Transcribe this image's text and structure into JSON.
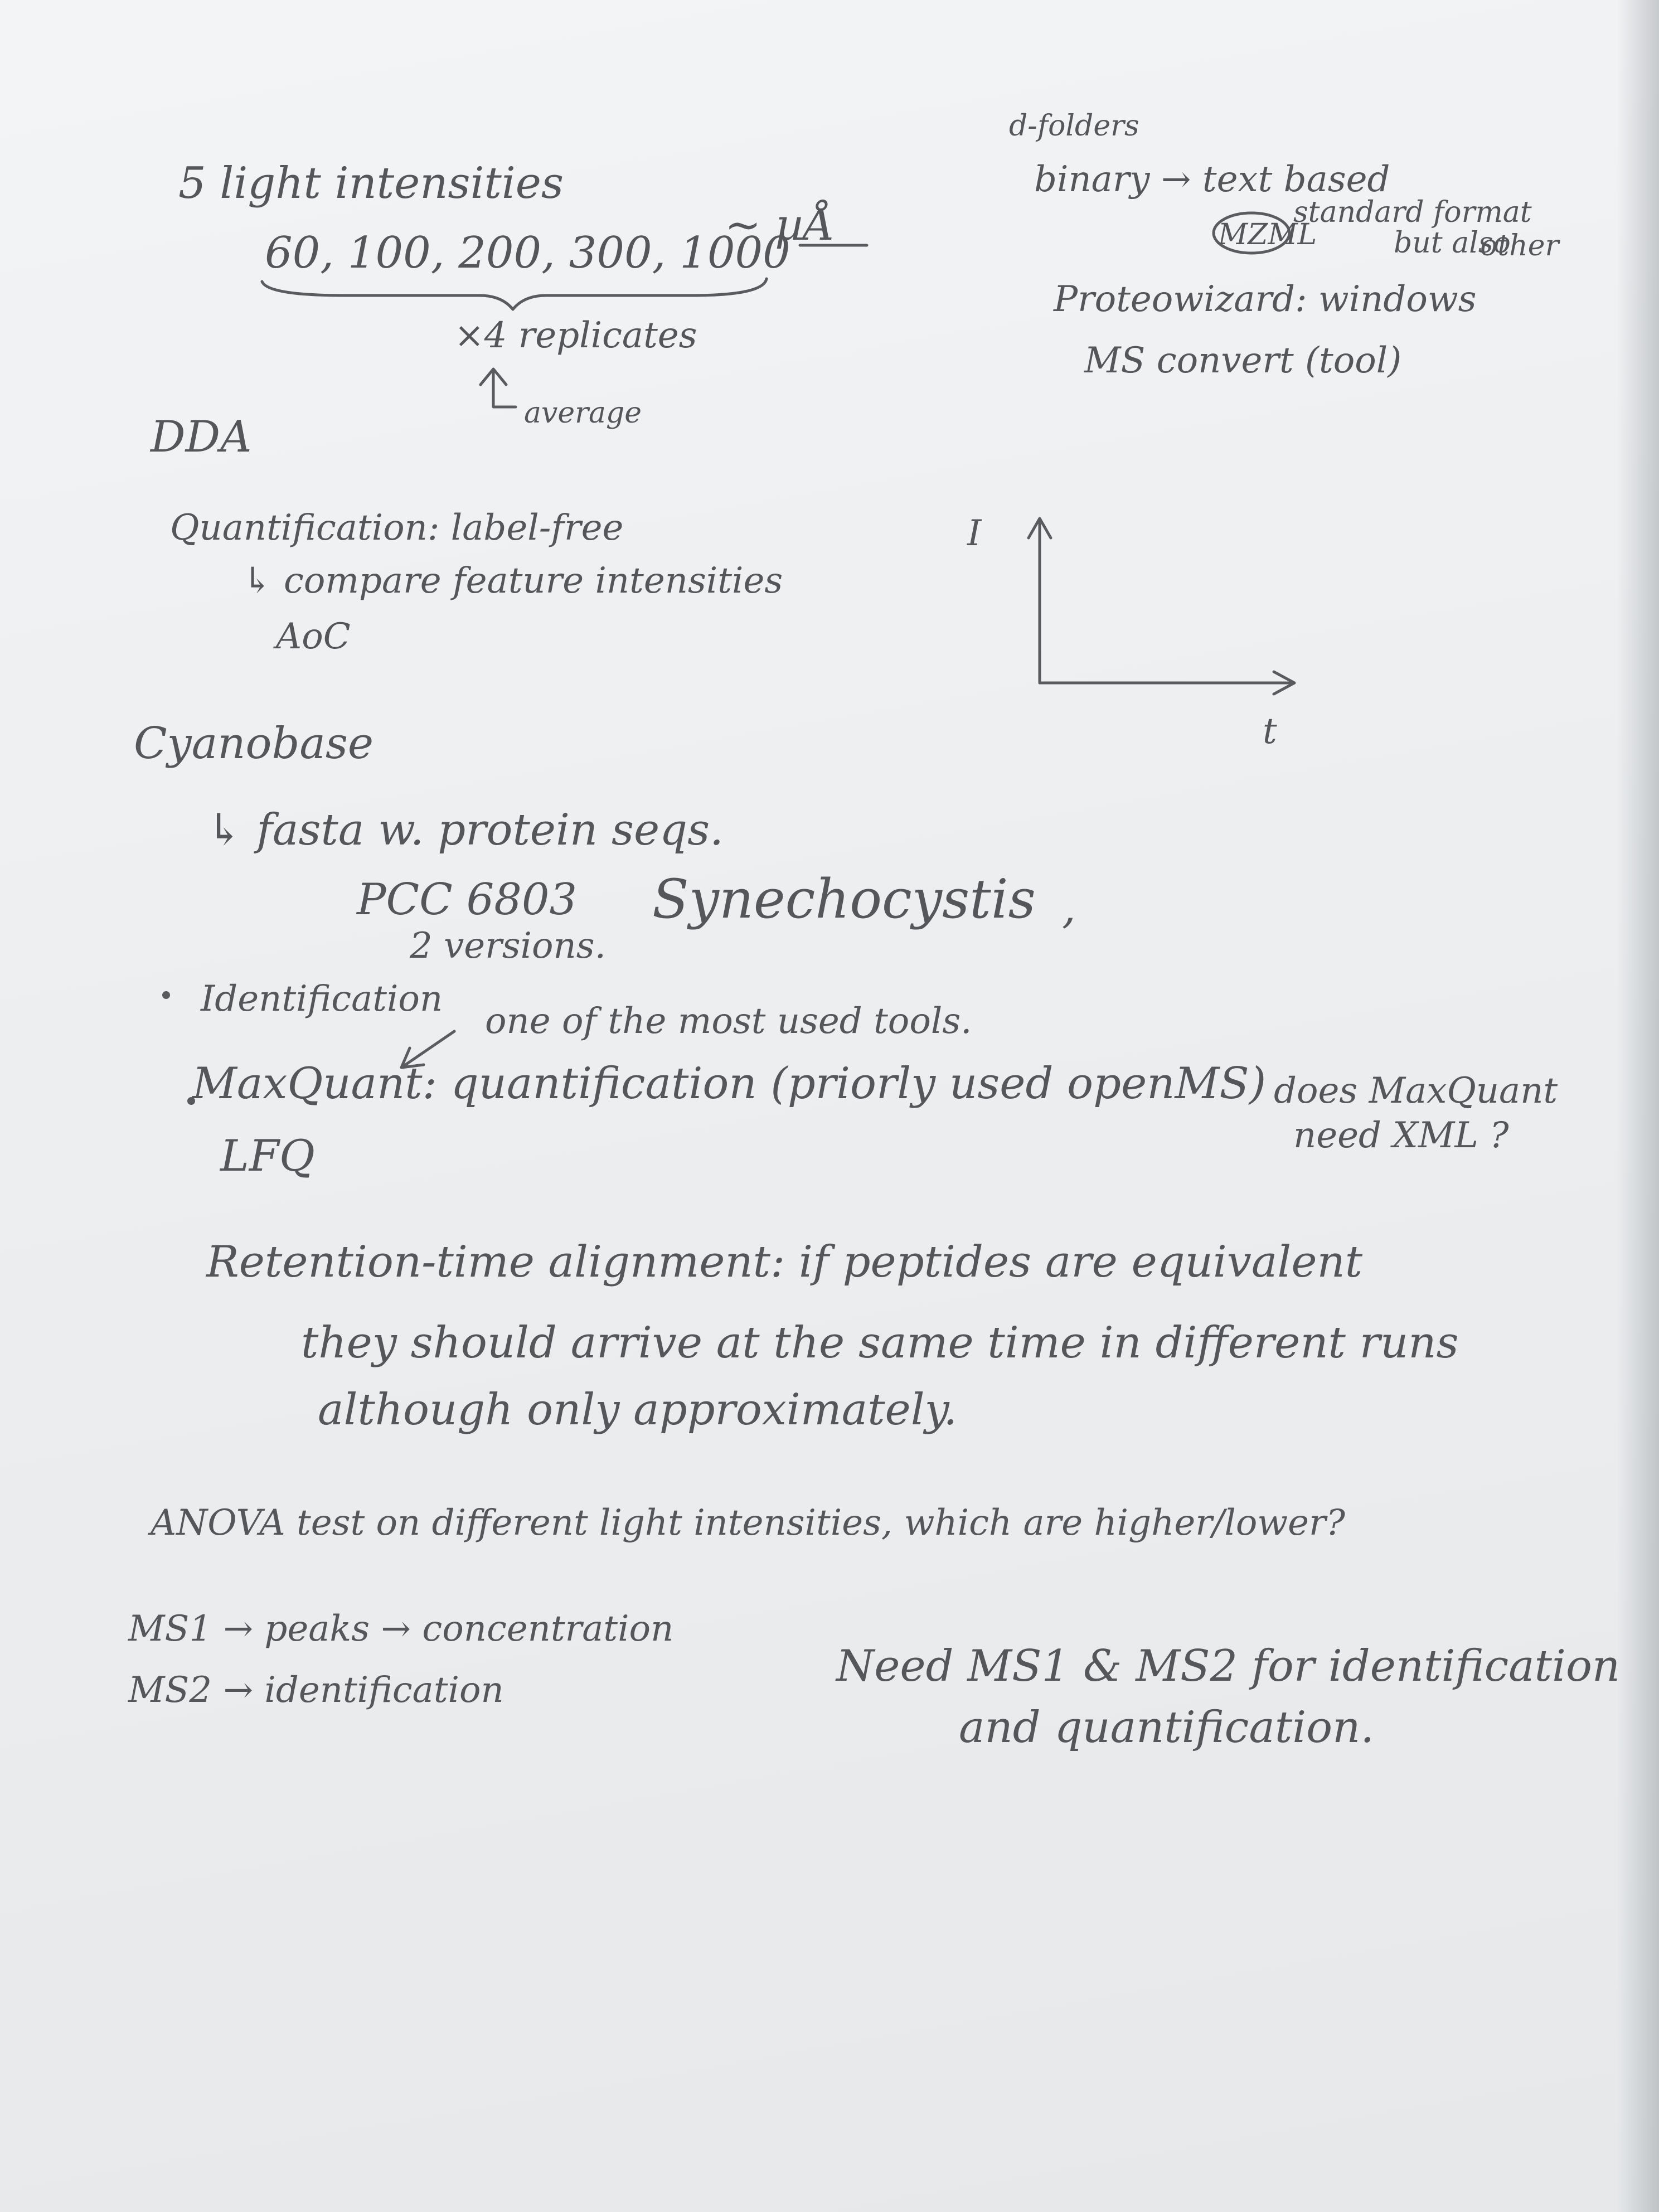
{
  "notes": {
    "light_title": "5 light intensities",
    "light_values": "60, 100, 200, 300, 1000",
    "unit": "~ µÅ",
    "replicates": "×4 replicates",
    "average": "average",
    "dda": "DDA",
    "quant": "Quantification: label-free",
    "compare": "↳ compare feature intensities",
    "aoc": "AoC",
    "cyanobase": "Cyanobase",
    "fasta": "↳ fasta w. protein seqs.",
    "pcc": "PCC 6803",
    "synecho": "Synechocystis",
    "comma": ",",
    "versions": "2 versions.",
    "identification": "Identification",
    "tools": "one of the most used tools.",
    "maxquant": "MaxQuant: quantification (priorly used openMS)",
    "lfq": "LFQ",
    "mq_q1": "does MaxQuant",
    "mq_q2": "need XML ?",
    "rt1": "Retention-time alignment: if peptides are equivalent",
    "rt2": "they should arrive at the same time in different runs",
    "rt3": "although only approximately.",
    "anova": "ANOVA test on different light intensities, which are higher/lower?",
    "ms1": "MS1 → peaks → concentration",
    "ms2": "MS2 → identification",
    "need1": "Need MS1 & MS2 for identification",
    "need2": "and quantification.",
    "dfolders": "d-folders",
    "binary": "binary → text based",
    "mzml": "MZML",
    "standard": "standard format",
    "butalso": "but also",
    "other": "other",
    "proteo": "Proteowizard: windows",
    "msconvert": "MS convert (tool)",
    "axis_i": "I",
    "axis_t": "t"
  }
}
